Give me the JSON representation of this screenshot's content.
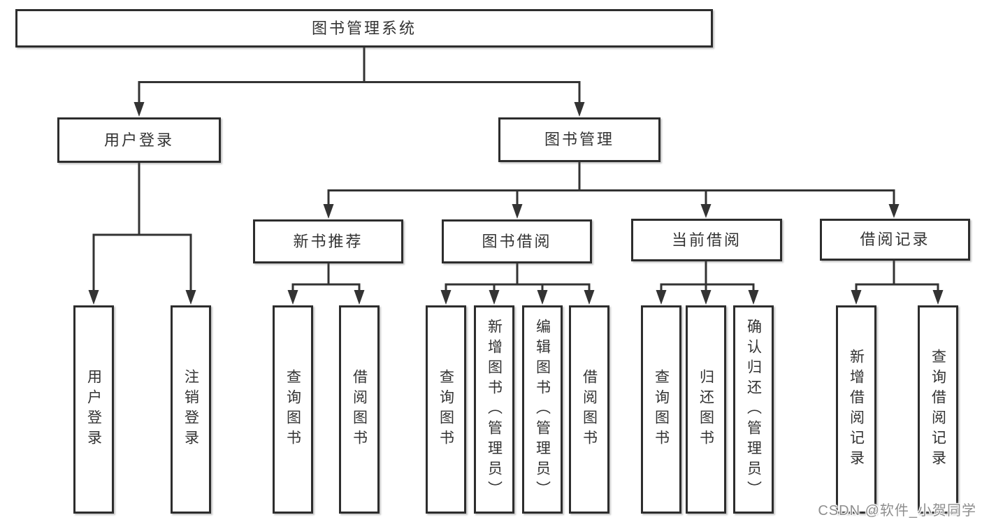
{
  "tree": {
    "root": {
      "label": "图书管理系统",
      "children": [
        {
          "label": "用户登录",
          "children": [
            {
              "label": "用户登录"
            },
            {
              "label": "注销登录"
            }
          ]
        },
        {
          "label": "图书管理",
          "children": [
            {
              "label": "新书推荐",
              "children": [
                {
                  "label": "查询图书"
                },
                {
                  "label": "借阅图书"
                }
              ]
            },
            {
              "label": "图书借阅",
              "children": [
                {
                  "label": "查询图书"
                },
                {
                  "label": "新增图书（管理员）"
                },
                {
                  "label": "编辑图书（管理员）"
                },
                {
                  "label": "借阅图书"
                }
              ]
            },
            {
              "label": "当前借阅",
              "children": [
                {
                  "label": "查询图书"
                },
                {
                  "label": "归还图书"
                },
                {
                  "label": "确认归还（管理员）"
                }
              ]
            },
            {
              "label": "借阅记录",
              "children": [
                {
                  "label": "新增借阅记录"
                },
                {
                  "label": "查询借阅记录"
                }
              ]
            }
          ]
        }
      ]
    }
  },
  "watermark": {
    "text": "CSDN @软件_小贺同学"
  },
  "colors": {
    "line": "#333333",
    "box_border": "#2d2d2d",
    "text": "#333333",
    "background": "#ffffff",
    "watermark_text": "#8e8e8e"
  }
}
